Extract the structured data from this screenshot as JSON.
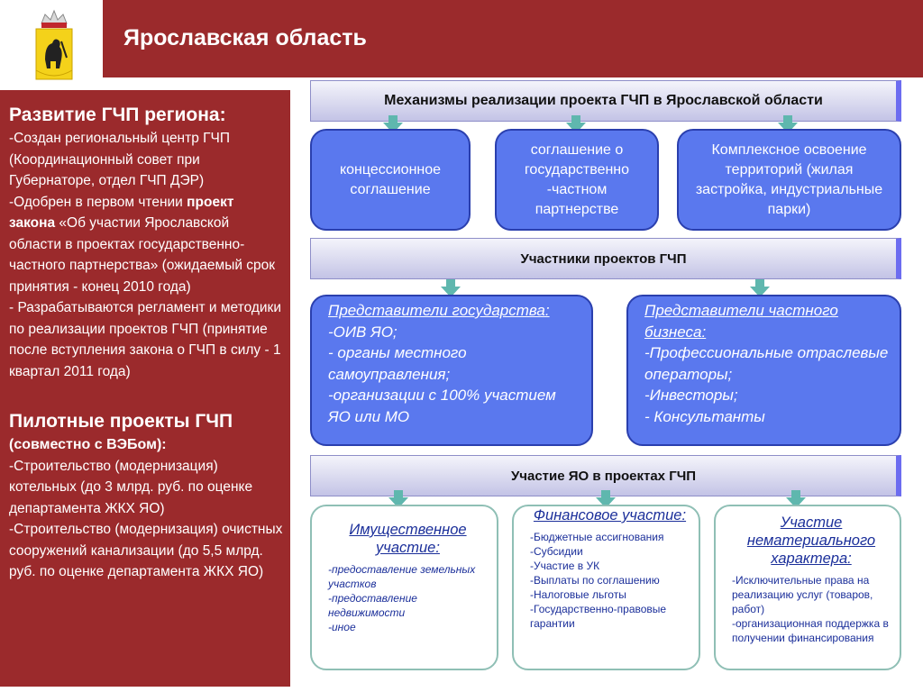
{
  "header": {
    "title": "Ярославская область"
  },
  "left_panel": {
    "heading1": "Развитие ГЧП региона:",
    "lines1": [
      "-Создан региональный центр ГЧП (Координационный совет при Губернаторе, отдел ГЧП ДЭР)"
    ],
    "line2_prefix": "-Одобрен в первом чтении ",
    "line2_bold": "проект закона",
    "line2_suffix": " «Об участии  Ярославской области в проектах государственно-частного партнерства» (ожидаемый срок принятия - конец 2010 года)",
    "line3": "- Разрабатываются регламент и методики по реализации проектов ГЧП  (принятие после вступления закона о ГЧП в силу  - 1 квартал 2011 года)",
    "heading2": "Пилотные проекты ГЧП",
    "heading2_sub": "(совместно с ВЭБом):",
    "lines2": [
      "-Строительство (модернизация) котельных (до 3 млрд. руб. по оценке департамента ЖКХ ЯО)",
      "-Строительство (модернизация) очистных сооружений канализации (до 5,5 млрд. руб. по оценке департамента ЖКХ ЯО)"
    ]
  },
  "band1": "Механизмы реализации проекта ГЧП в Ярославской области",
  "mechanisms": [
    "концессионное соглашение",
    "соглашение о государственно -частном партнерстве",
    "Комплексное освоение территорий (жилая застройка, индустриальные парки)"
  ],
  "band2": "Участники проектов ГЧП",
  "participants": {
    "state_title": "Представители государства:",
    "state_items": [
      "-ОИВ ЯО;",
      "- органы местного самоуправления;",
      "-организации с 100% участием ЯО или МО"
    ],
    "private_title": "Представители частного бизнеса:",
    "private_items": [
      "-Профессиональные отраслевые операторы;",
      "-Инвесторы;",
      "- Консультанты"
    ]
  },
  "band3": "Участие ЯО в проектах ГЧП",
  "participation": [
    {
      "title": "Имущественное участие:",
      "items": [
        "-предоставление земельных участков",
        "-предоставление недвижимости",
        "-иное"
      ]
    },
    {
      "title": "Финансовое участие:",
      "items": [
        "-Бюджетные ассигнования",
        "-Субсидии",
        "-Участие в УК",
        "-Выплаты по соглашению",
        "-Налоговые льготы",
        "-Государственно-правовые гарантии"
      ]
    },
    {
      "title": "Участие нематериального характера:",
      "items": [
        "-Исключительные права на реализацию услуг (товаров, работ)",
        "-организационная поддержка в получении финансирования"
      ]
    }
  ],
  "colors": {
    "accent": "#9b2a2c",
    "box_blue": "#5a78ee",
    "arrow": "#5fb7ae",
    "text_blue": "#1b2f9a"
  }
}
